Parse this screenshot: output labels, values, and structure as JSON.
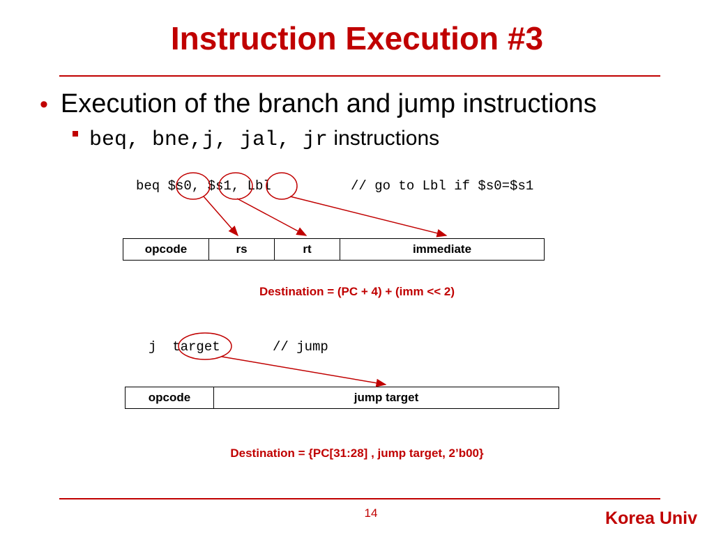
{
  "slide": {
    "title": "Instruction Execution #3",
    "bullet_main": "Execution of the branch and jump instructions",
    "bullet_sub_code": "beq, bne,j, jal, jr",
    "bullet_sub_text": "instructions"
  },
  "branch": {
    "code_line": "beq $s0, $s1, Lbl",
    "comment": "// go to Lbl if $s0=$s1",
    "fields": [
      "opcode",
      "rs",
      "rt",
      "immediate"
    ],
    "destination": "Destination = (PC + 4) + (imm << 2)"
  },
  "jump": {
    "code_line": "j  target",
    "comment": "// jump",
    "fields": [
      "opcode",
      "jump target"
    ],
    "destination": "Destination = {PC[31:28] , jump target, 2’b00}"
  },
  "footer": {
    "page_number": "14",
    "brand": "Korea Univ"
  },
  "colors": {
    "accent": "#c00000"
  }
}
